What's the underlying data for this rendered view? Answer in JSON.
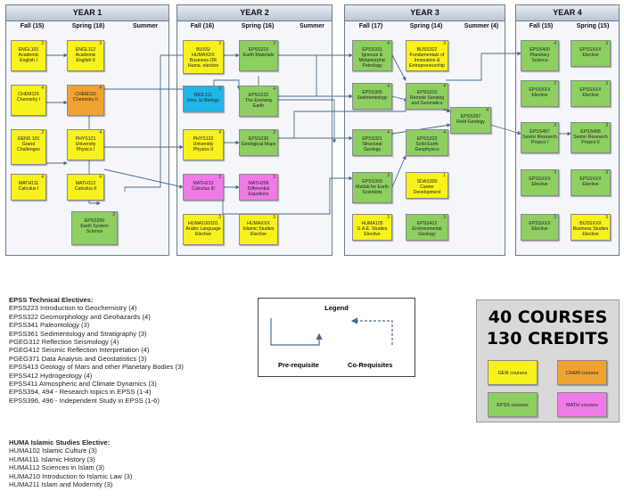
{
  "years": [
    {
      "label": "YEAR 1",
      "semesters": [
        "Fall (15)",
        "Spring (18)",
        "Summer"
      ]
    },
    {
      "label": "YEAR 2",
      "semesters": [
        "Fall (16)",
        "Spring (16)",
        "Summer"
      ]
    },
    {
      "label": "YEAR 3",
      "semesters": [
        "Fall (17)",
        "Spring (14)",
        "Summer (4)"
      ]
    },
    {
      "label": "YEAR 4",
      "semesters": [
        "Fall (15)",
        "Spring (15)"
      ]
    }
  ],
  "courses": {
    "engl101": {
      "code": "ENGL101",
      "title": "Academic English I",
      "credits": "3"
    },
    "engl112": {
      "code": "ENGL112",
      "title": "Academic English II",
      "credits": "3"
    },
    "chem115": {
      "code": "CHEM115",
      "title": "Chemistry I",
      "credits": "4"
    },
    "chem116": {
      "code": "CHEM116",
      "title": "Chemistry II",
      "credits": "4"
    },
    "gens101": {
      "code": "GENS 101",
      "title": "Grand Challenges",
      "credits": "3"
    },
    "phys121": {
      "code": "PHYS121",
      "title": "University Physics I",
      "credits": "4"
    },
    "math111": {
      "code": "MATH111",
      "title": "Calculus I",
      "credits": "4"
    },
    "math112": {
      "code": "MATH112",
      "title": "Calculus II",
      "credits": "4"
    },
    "epss200": {
      "code": "EPSS200",
      "title": "Earth System Science",
      "credits": "3"
    },
    "buss_huma": {
      "code": "BUSS/ HUMAXXX",
      "title": "Business OR Huma. elective",
      "credits": "3"
    },
    "epss210": {
      "code": "EPSS210",
      "title": "Earth Materials",
      "credits": "3"
    },
    "biol111": {
      "code": "BIOL111",
      "title": "Intro. to Biology",
      "credits": "3"
    },
    "epss222": {
      "code": "EPSS222",
      "title": "The Evolving Earth",
      "credits": "4"
    },
    "phys122": {
      "code": "PHYS122",
      "title": "University Physics II",
      "credits": "4"
    },
    "epss230": {
      "code": "EPSS230",
      "title": "Geological Maps",
      "credits": "3"
    },
    "math212": {
      "code": "MATH212",
      "title": "Calculus III",
      "credits": "3"
    },
    "math206": {
      "code": "MATH206",
      "title": "Differential Equations",
      "credits": "3"
    },
    "huma100": {
      "code": "HUMA100/101",
      "title": "Arabic Language Elective",
      "credits": "3"
    },
    "humaxxx": {
      "code": "HUMAXXX",
      "title": "Islamic Studies Elective",
      "credits": "3"
    },
    "epss331": {
      "code": "EPSS331",
      "title": "Igneous & Metamorphic Petrology",
      "credits": "4"
    },
    "buss322": {
      "code": "BUSS322",
      "title": "Fundamentals of Innovation & Entrepreneurship",
      "credits": "3"
    },
    "epss305": {
      "code": "EPSS305",
      "title": "Sedimentology",
      "credits": "4"
    },
    "epss310": {
      "code": "EPSS310",
      "title": "Remote Sensing and Geomatics",
      "credits": "4"
    },
    "epss397": {
      "code": "EPSS397",
      "title": "Field Geology",
      "credits": "4"
    },
    "epss321": {
      "code": "EPSS321",
      "title": "Structural Geology",
      "credits": "4"
    },
    "epss323": {
      "code": "EPSS323",
      "title": "Solid Earth Geophysics",
      "credits": "4"
    },
    "epss300": {
      "code": "EPSS300",
      "title": "Matlab for Earth Scientists",
      "credits": "3"
    },
    "sdas300": {
      "code": "SDAS300",
      "title": "Career Development",
      "credits": "1"
    },
    "huma105": {
      "code": "HUMA105",
      "title": "U.A.E. Studies Elective",
      "credits": "3"
    },
    "epss412": {
      "code": "EPSS412",
      "title": "Environmental Geology",
      "credits": "3"
    },
    "epss400": {
      "code": "EPSS400",
      "title": "Planetary Science",
      "credits": "4"
    },
    "y4s1": {
      "code": "EPSSXXX",
      "title": "Elective",
      "credits": "3"
    },
    "y4f2": {
      "code": "EPSSXXX",
      "title": "Elective",
      "credits": "3"
    },
    "y4s2": {
      "code": "EPSSXXX",
      "title": "Elective",
      "credits": "3"
    },
    "epss497": {
      "code": "EPSS497",
      "title": "Senior Research Project I",
      "credits": "3"
    },
    "epss498": {
      "code": "EPSS498",
      "title": "Senior Research Project II",
      "credits": "3"
    },
    "y4f4": {
      "code": "EPSSXXX",
      "title": "Elective",
      "credits": "3"
    },
    "y4s4": {
      "code": "EPSSXXX",
      "title": "Elective",
      "credits": "3"
    },
    "y4f5": {
      "code": "EPSSXXX",
      "title": "Elective",
      "credits": "3"
    },
    "bussxxx": {
      "code": "BUSSXXX",
      "title": "Business Studies Elective",
      "credits": "3"
    }
  },
  "technical_electives": {
    "title": "EPSS Technical Electives:",
    "items": [
      "EPSS223 Introduction to Geochemistry (4)",
      "EPSS322 Geomorphology and Geohazards (4)",
      "EPSS341 Paleontology (3)",
      "EPSS361 Sedimentology and Stratigraphy (3)",
      "PGEG312 Reflection Seismology (4)",
      "PGEG412 Seismic Reflection Interpretation (4)",
      "PGEG371 Data Analysis and Geostatistics (3)",
      "EPSS413 Geology of Mars and other Planetary Bodies (3)",
      "EPSS412 Hydrogeology (4)",
      "EPSS411 Atmospheric and Climate Dynamics (3)",
      "EPSS394, 494 - Research topics in EPSS (1-4)",
      "EPSS396, 496 - Independent Study in EPSS (1-6)"
    ]
  },
  "islamic_electives": {
    "title": "HUMA Islamic Studies Elective:",
    "items": [
      "HUMA102 Islamic Culture (3)",
      "HUMA111 Islamic History (3)",
      "HUMA112 Sciences in Islam (3)",
      "HUMA210 Introduction to Islamic Law (3)",
      "HUMA211 Islam and Modernity (3)"
    ]
  },
  "legend": {
    "title": "Legend",
    "prereq": "Pre-requisite",
    "coreq": "Co-Requisites"
  },
  "summary": {
    "courses": "40 COURSES",
    "credits": "130 CREDITS",
    "keys": [
      "GER courses",
      "CHEM courses",
      "EPSS courses",
      "MATH courses"
    ]
  },
  "colors": {
    "ger": "#f8f11c",
    "chem": "#f0a330",
    "epss": "#8dcf60",
    "math": "#f07ae8",
    "biol": "#1fb6ea"
  }
}
